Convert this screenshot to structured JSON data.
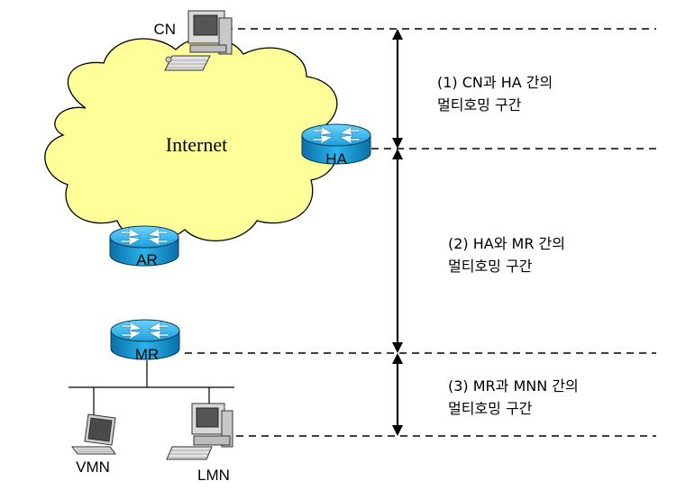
{
  "cloud": {
    "label": "Internet",
    "fill": "#ffff99"
  },
  "nodes": {
    "cn": "CN",
    "ha": "HA",
    "ar": "AR",
    "mr": "MR",
    "vmn": "VMN",
    "lmn": "LMN"
  },
  "segments": [
    {
      "line1": "(1) CN과 HA 간의",
      "line2": "멀티호밍 구간"
    },
    {
      "line1": "(2) HA와 MR 간의",
      "line2": "멀티호밍 구간"
    },
    {
      "line1": "(3) MR과 MNN 간의",
      "line2": "멀티호밍 구간"
    }
  ],
  "colors": {
    "router": "#1a9fd9",
    "router_dark": "#0b6fa6",
    "cloud_stroke": "#000000"
  }
}
